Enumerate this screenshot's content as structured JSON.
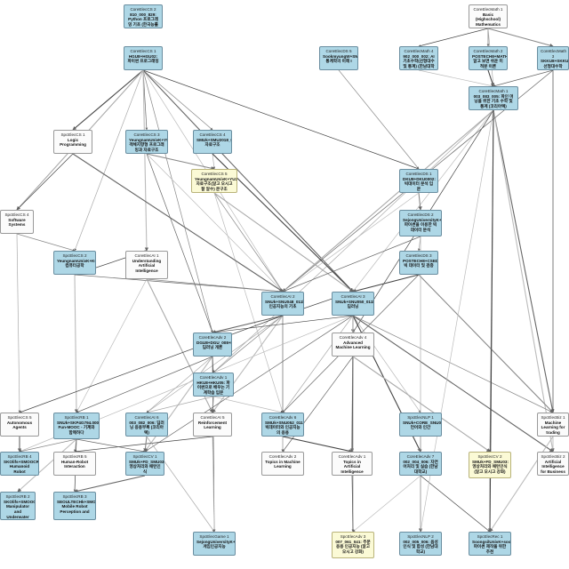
{
  "nodes": [
    {
      "id": "n_css2",
      "code": "CoreElecCS 2",
      "label": "810_000_829: Python 프로그래밍 기초 (한국능률협회)",
      "color": "blue"
    },
    {
      "id": "n_math1",
      "code": "CoreElecMath 1",
      "label": "Basic (Highschool) Mathematics",
      "color": "white"
    },
    {
      "id": "n_css1",
      "code": "CoreElecCS 1",
      "label": "HGU8+HGU02: 파이썬 프로그래밍",
      "color": "blue"
    },
    {
      "id": "n_ds5",
      "code": "CoreElecDS 5",
      "label": "SookmyungW+SM_sta_00: 통계학의 이해 I",
      "color": "blue"
    },
    {
      "id": "n_math4",
      "code": "CoreElecMath 4",
      "label": "902_000_002: AI 기초수학(선형대수 및 통계) (한남대학교)",
      "color": "blue"
    },
    {
      "id": "n_math2",
      "code": "CoreElecMath 2",
      "label": "POSTECH8+MATH311: 알고 보면 쉬운 미적분 이론",
      "color": "blue"
    },
    {
      "id": "n_math3",
      "code": "CoreElecMath 3",
      "label": "SKKU8+SKKU_20: 선형대수학",
      "color": "blue"
    },
    {
      "id": "n_mathx",
      "code": "CoreElecMath 1",
      "label": "003_083_005: 파인 머닝을 위한 기초 수학 및 통계 (코리아텍)",
      "color": "blue"
    },
    {
      "id": "n_logic",
      "code": "SpcElecCS 1",
      "label": "Logic Programming",
      "color": "white"
    },
    {
      "id": "n_cs3",
      "code": "CoreElecCS 3",
      "label": "YeungnamUnivK+YU21CS: 객체지향형 프로그래밍과 자료구조",
      "color": "blue"
    },
    {
      "id": "n_cs4",
      "code": "CoreElecCS 4",
      "label": "SMUk+SMU2018_01: 자료구조",
      "color": "blue"
    },
    {
      "id": "n_ds1",
      "code": "CoreElecDS 1",
      "label": "DKU8+DKU0002: 빅데이터 분석 입문",
      "color": "blue"
    },
    {
      "id": "n_cs5",
      "code": "CoreElecCS 5",
      "label": "YeungnamUnivK+YU21CS: 자료구조(알고 오시고 잘 알수) 문구조",
      "color": "yellow"
    },
    {
      "id": "n_ds2",
      "code": "CoreElecDS 2",
      "label": "SejongUniversityK+SJKM: 파이썬을 이용한 빅데이터 분석",
      "color": "blue"
    },
    {
      "id": "n_sys4",
      "code": "SpcElecCS 4",
      "label": "Software Systems",
      "color": "white"
    },
    {
      "id": "n_ds3",
      "code": "CoreElecDS 3",
      "label": "POSTECH8+CSED490: 빅 데이터 및 검증",
      "color": "blue"
    },
    {
      "id": "n_cs6",
      "code": "SpcElecCS 2",
      "label": "YeungnamUnivK+KOCW: 컴퓨터공학",
      "color": "blue"
    },
    {
      "id": "n_ai1",
      "code": "CoreElecAI 1",
      "label": "Understanding Artificial Intelligence",
      "color": "white"
    },
    {
      "id": "n_ai2",
      "code": "CoreElecAI 2",
      "label": "SNUk+SNU048_011k: 인공지능의 기초",
      "color": "blue"
    },
    {
      "id": "n_ai3",
      "code": "CoreElecAI 3",
      "label": "SNUk+SNU050_011k: 딥러닝",
      "color": "blue"
    },
    {
      "id": "n_adv4",
      "code": "CoreElecAdv 4",
      "label": "Advanced Machine Learning",
      "color": "white"
    },
    {
      "id": "n_adv2",
      "code": "CoreElecAdv 2",
      "label": "DGU8+DGU_008+DGU_1: 딥러닝 개론",
      "color": "blue"
    },
    {
      "id": "n_adv1",
      "code": "CoreElecAdv 1",
      "label": "HKU8+HKU05: 파이썬으로 배우는 기계학습 입문",
      "color": "blue"
    },
    {
      "id": "n_agent",
      "code": "SpcElecCS 5",
      "label": "Autonomous Agents",
      "color": "white"
    },
    {
      "id": "n_rl",
      "code": "CoreElecAI 5",
      "label": "Reinforcement Learning",
      "color": "white"
    },
    {
      "id": "n_rob1",
      "code": "SpcElecRB 1",
      "label": "SNUk+SKP4G794.000101 Fun-MOOC - 기계와 함께하다",
      "color": "blue"
    },
    {
      "id": "n_ai6",
      "code": "CoreElecAI 6",
      "label": "003_082_006: 딥러닝 응용부록 (코리아텍)",
      "color": "blue"
    },
    {
      "id": "n_adv6",
      "code": "CoreElecAdv 6",
      "label": "SMUk+SNU052_011k: 빅데이터와 인공지능의 응용",
      "color": "blue"
    },
    {
      "id": "n_nlp1",
      "code": "SpcElecNLP 1",
      "label": "SNUk+CORE_SNU047_04k: 언어와 인간",
      "color": "blue"
    },
    {
      "id": "n_biz1",
      "code": "SpcElecBiz 1",
      "label": "Machine Learning for trading",
      "color": "white"
    },
    {
      "id": "n_rob4",
      "code": "SpcElecRB 4",
      "label": "SKOlifs+SMOOCRB: Humanoid Robot",
      "color": "blue"
    },
    {
      "id": "n_rob5",
      "code": "SpcElecRB 5",
      "label": "Human-Robot Interaction",
      "color": "white"
    },
    {
      "id": "n_cv1",
      "code": "SpcElecCV 1",
      "label": "SMUk+FD_SMU03: 영상처리와 패턴인식",
      "color": "blue"
    },
    {
      "id": "n_adv2b",
      "code": "CoreElecAdv 2",
      "label": "Topics in Machine Learning",
      "color": "white"
    },
    {
      "id": "n_adv1b",
      "code": "CoreElecAdv 1",
      "label": "Topics in Artificial Intelligence",
      "color": "white"
    },
    {
      "id": "n_adv7",
      "code": "CoreElecAdv 7",
      "label": "002_004_006: 자연어처리 및 실습 (한남대학교)",
      "color": "blue"
    },
    {
      "id": "n_cv2",
      "code": "SpcElecCV 2",
      "label": "SMUk+FD_SMU03: 영상처리와 패턴인식(알고 오시고 강화)",
      "color": "yellow"
    },
    {
      "id": "n_biz2",
      "code": "SpcElecBiz 2",
      "label": "Artificial Intelligence for Business",
      "color": "white"
    },
    {
      "id": "n_rob2",
      "code": "SpcElecRB 2",
      "label": "SKOlifs+SMOOCRB: Manipulator and Underwater Robot",
      "color": "blue"
    },
    {
      "id": "n_rob3",
      "code": "SpcElecRB 3",
      "label": "SEOULTECHk+SMOOCRB: Mobile Robot Perception and",
      "color": "blue"
    },
    {
      "id": "n_game1",
      "code": "SpcElecGame 1",
      "label": "SejongUniversityK+SJKM: 게임인공지능",
      "color": "blue"
    },
    {
      "id": "n_adv3",
      "code": "SpcElecAdv 3",
      "label": "007_061_041: 주문응용 인공지능 (알고 오시고 강화)",
      "color": "yellow"
    },
    {
      "id": "n_nlp2",
      "code": "SpcElecNLP 2",
      "label": "002_005_006: 음성 인식 및 합성 (한남대학교)",
      "color": "blue"
    },
    {
      "id": "n_rec1",
      "code": "SpcElecRec 1",
      "label": "SoongsilUnivK+soongsil: 파이썬 제작을 위한 추천",
      "color": "blue"
    }
  ],
  "edges": [
    [
      "n_css1",
      "n_logic"
    ],
    [
      "n_css1",
      "n_cs3"
    ],
    [
      "n_css1",
      "n_cs4"
    ],
    [
      "n_css1",
      "n_sys4"
    ],
    [
      "n_css1",
      "n_ai2"
    ],
    [
      "n_css1",
      "n_ds1"
    ],
    [
      "n_css1",
      "n_ai3"
    ],
    [
      "n_css1",
      "n_adv2"
    ],
    [
      "n_css1",
      "n_cs6"
    ],
    [
      "n_css1",
      "n_ai1"
    ],
    [
      "n_math1",
      "n_math4"
    ],
    [
      "n_math1",
      "n_math2"
    ],
    [
      "n_math1",
      "n_math3"
    ],
    [
      "n_math1",
      "n_mathx"
    ],
    [
      "n_math4",
      "n_mathx"
    ],
    [
      "n_math2",
      "n_mathx"
    ],
    [
      "n_math3",
      "n_mathx"
    ],
    [
      "n_ds5",
      "n_ds1"
    ],
    [
      "n_mathx",
      "n_ai2"
    ],
    [
      "n_mathx",
      "n_ai3"
    ],
    [
      "n_mathx",
      "n_adv4"
    ],
    [
      "n_mathx",
      "n_biz1"
    ],
    [
      "n_mathx",
      "n_cv2"
    ],
    [
      "n_mathx",
      "n_adv1"
    ],
    [
      "n_mathx",
      "n_biz2"
    ],
    [
      "n_math3",
      "n_biz1"
    ],
    [
      "n_math3",
      "n_ai2"
    ],
    [
      "n_cs3",
      "n_cs5"
    ],
    [
      "n_cs4",
      "n_cs5"
    ],
    [
      "n_cs3",
      "n_ai2"
    ],
    [
      "n_cs4",
      "n_ai3"
    ],
    [
      "n_cs3",
      "n_adv2"
    ],
    [
      "n_cs5",
      "n_ai2"
    ],
    [
      "n_cs5",
      "n_ai3"
    ],
    [
      "n_cs5",
      "n_adv6"
    ],
    [
      "n_logic",
      "n_sys4"
    ],
    [
      "n_logic",
      "n_ai2"
    ],
    [
      "n_sys4",
      "n_cs6"
    ],
    [
      "n_sys4",
      "n_agent"
    ],
    [
      "n_cs6",
      "n_rob1"
    ],
    [
      "n_cs6",
      "n_ai1"
    ],
    [
      "n_cs6",
      "n_ai2"
    ],
    [
      "n_ds1",
      "n_ds2"
    ],
    [
      "n_ds2",
      "n_ds3"
    ],
    [
      "n_ds1",
      "n_ai2"
    ],
    [
      "n_ds3",
      "n_ai3"
    ],
    [
      "n_ds2",
      "n_ai2"
    ],
    [
      "n_ai1",
      "n_ai2"
    ],
    [
      "n_ai1",
      "n_rl"
    ],
    [
      "n_ai1",
      "n_rob1"
    ],
    [
      "n_ai2",
      "n_ai3"
    ],
    [
      "n_ai2",
      "n_adv2"
    ],
    [
      "n_ai2",
      "n_adv1"
    ],
    [
      "n_ai2",
      "n_ai6"
    ],
    [
      "n_ai2",
      "n_rl"
    ],
    [
      "n_ai2",
      "n_agent"
    ],
    [
      "n_ai2",
      "n_adv2b"
    ],
    [
      "n_ai3",
      "n_adv4"
    ],
    [
      "n_ai3",
      "n_adv6"
    ],
    [
      "n_ai3",
      "n_nlp1"
    ],
    [
      "n_ai3",
      "n_adv7"
    ],
    [
      "n_ai3",
      "n_cv1"
    ],
    [
      "n_ai3",
      "n_biz1"
    ],
    [
      "n_ai3",
      "n_adv1b"
    ],
    [
      "n_ai3",
      "n_rob4"
    ],
    [
      "n_ai3",
      "n_adv2"
    ],
    [
      "n_ai3",
      "n_biz2"
    ],
    [
      "n_adv2",
      "n_adv1"
    ],
    [
      "n_adv2",
      "n_ai6"
    ],
    [
      "n_adv2",
      "n_cv1"
    ],
    [
      "n_adv2",
      "n_game1"
    ],
    [
      "n_adv2",
      "n_rob1"
    ],
    [
      "n_adv1",
      "n_rl"
    ],
    [
      "n_adv1",
      "n_ai6"
    ],
    [
      "n_adv1",
      "n_adv6"
    ],
    [
      "n_adv4",
      "n_adv1b"
    ],
    [
      "n_adv4",
      "n_adv2b"
    ],
    [
      "n_adv4",
      "n_adv3"
    ],
    [
      "n_adv4",
      "n_cv2"
    ],
    [
      "n_rl",
      "n_game1"
    ],
    [
      "n_rl",
      "n_rob5"
    ],
    [
      "n_agent",
      "n_rob4"
    ],
    [
      "n_rob1",
      "n_rob4"
    ],
    [
      "n_rob1",
      "n_rob5"
    ],
    [
      "n_rob1",
      "n_rob2"
    ],
    [
      "n_rob1",
      "n_rob3"
    ],
    [
      "n_rob1",
      "n_cv1"
    ],
    [
      "n_ai6",
      "n_cv1"
    ],
    [
      "n_ai6",
      "n_game1"
    ],
    [
      "n_adv6",
      "n_adv2b"
    ],
    [
      "n_adv6",
      "n_adv1b"
    ],
    [
      "n_nlp1",
      "n_adv7"
    ],
    [
      "n_nlp1",
      "n_nlp2"
    ],
    [
      "n_adv7",
      "n_nlp2"
    ],
    [
      "n_adv7",
      "n_adv3"
    ],
    [
      "n_adv1b",
      "n_adv3"
    ],
    [
      "n_cv1",
      "n_rob3"
    ],
    [
      "n_cv2",
      "n_rec1"
    ],
    [
      "n_biz1",
      "n_biz2"
    ],
    [
      "n_biz1",
      "n_rec1"
    ],
    [
      "n_adv7",
      "n_rec1"
    ],
    [
      "n_ds3",
      "n_adv6"
    ],
    [
      "n_ds3",
      "n_biz1"
    ],
    [
      "n_ds2",
      "n_adv7"
    ],
    [
      "n_mathx",
      "n_nlp2"
    ],
    [
      "n_mathx",
      "n_rec1"
    ]
  ]
}
